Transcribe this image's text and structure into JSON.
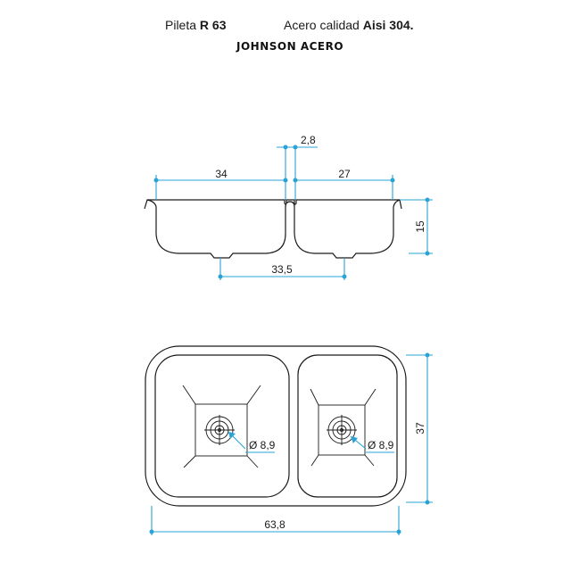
{
  "header": {
    "model_prefix": "Pileta ",
    "model_code": "R 63",
    "material_prefix": "Acero calidad ",
    "material_grade": "Aisi 304.",
    "brand": "JOHNSON ACERO"
  },
  "side_view": {
    "divider_thickness": "2,8",
    "left_bowl_width": "34",
    "right_bowl_width": "27",
    "depth": "15",
    "drain_spacing": "33,5"
  },
  "top_view": {
    "left_drain_diameter": "Ø 8,9",
    "right_drain_diameter": "Ø 8,9",
    "depth_overall": "37",
    "width_overall": "63,8"
  },
  "colors": {
    "dimension_line": "#29a3d6",
    "outline": "#1a1a1a"
  }
}
